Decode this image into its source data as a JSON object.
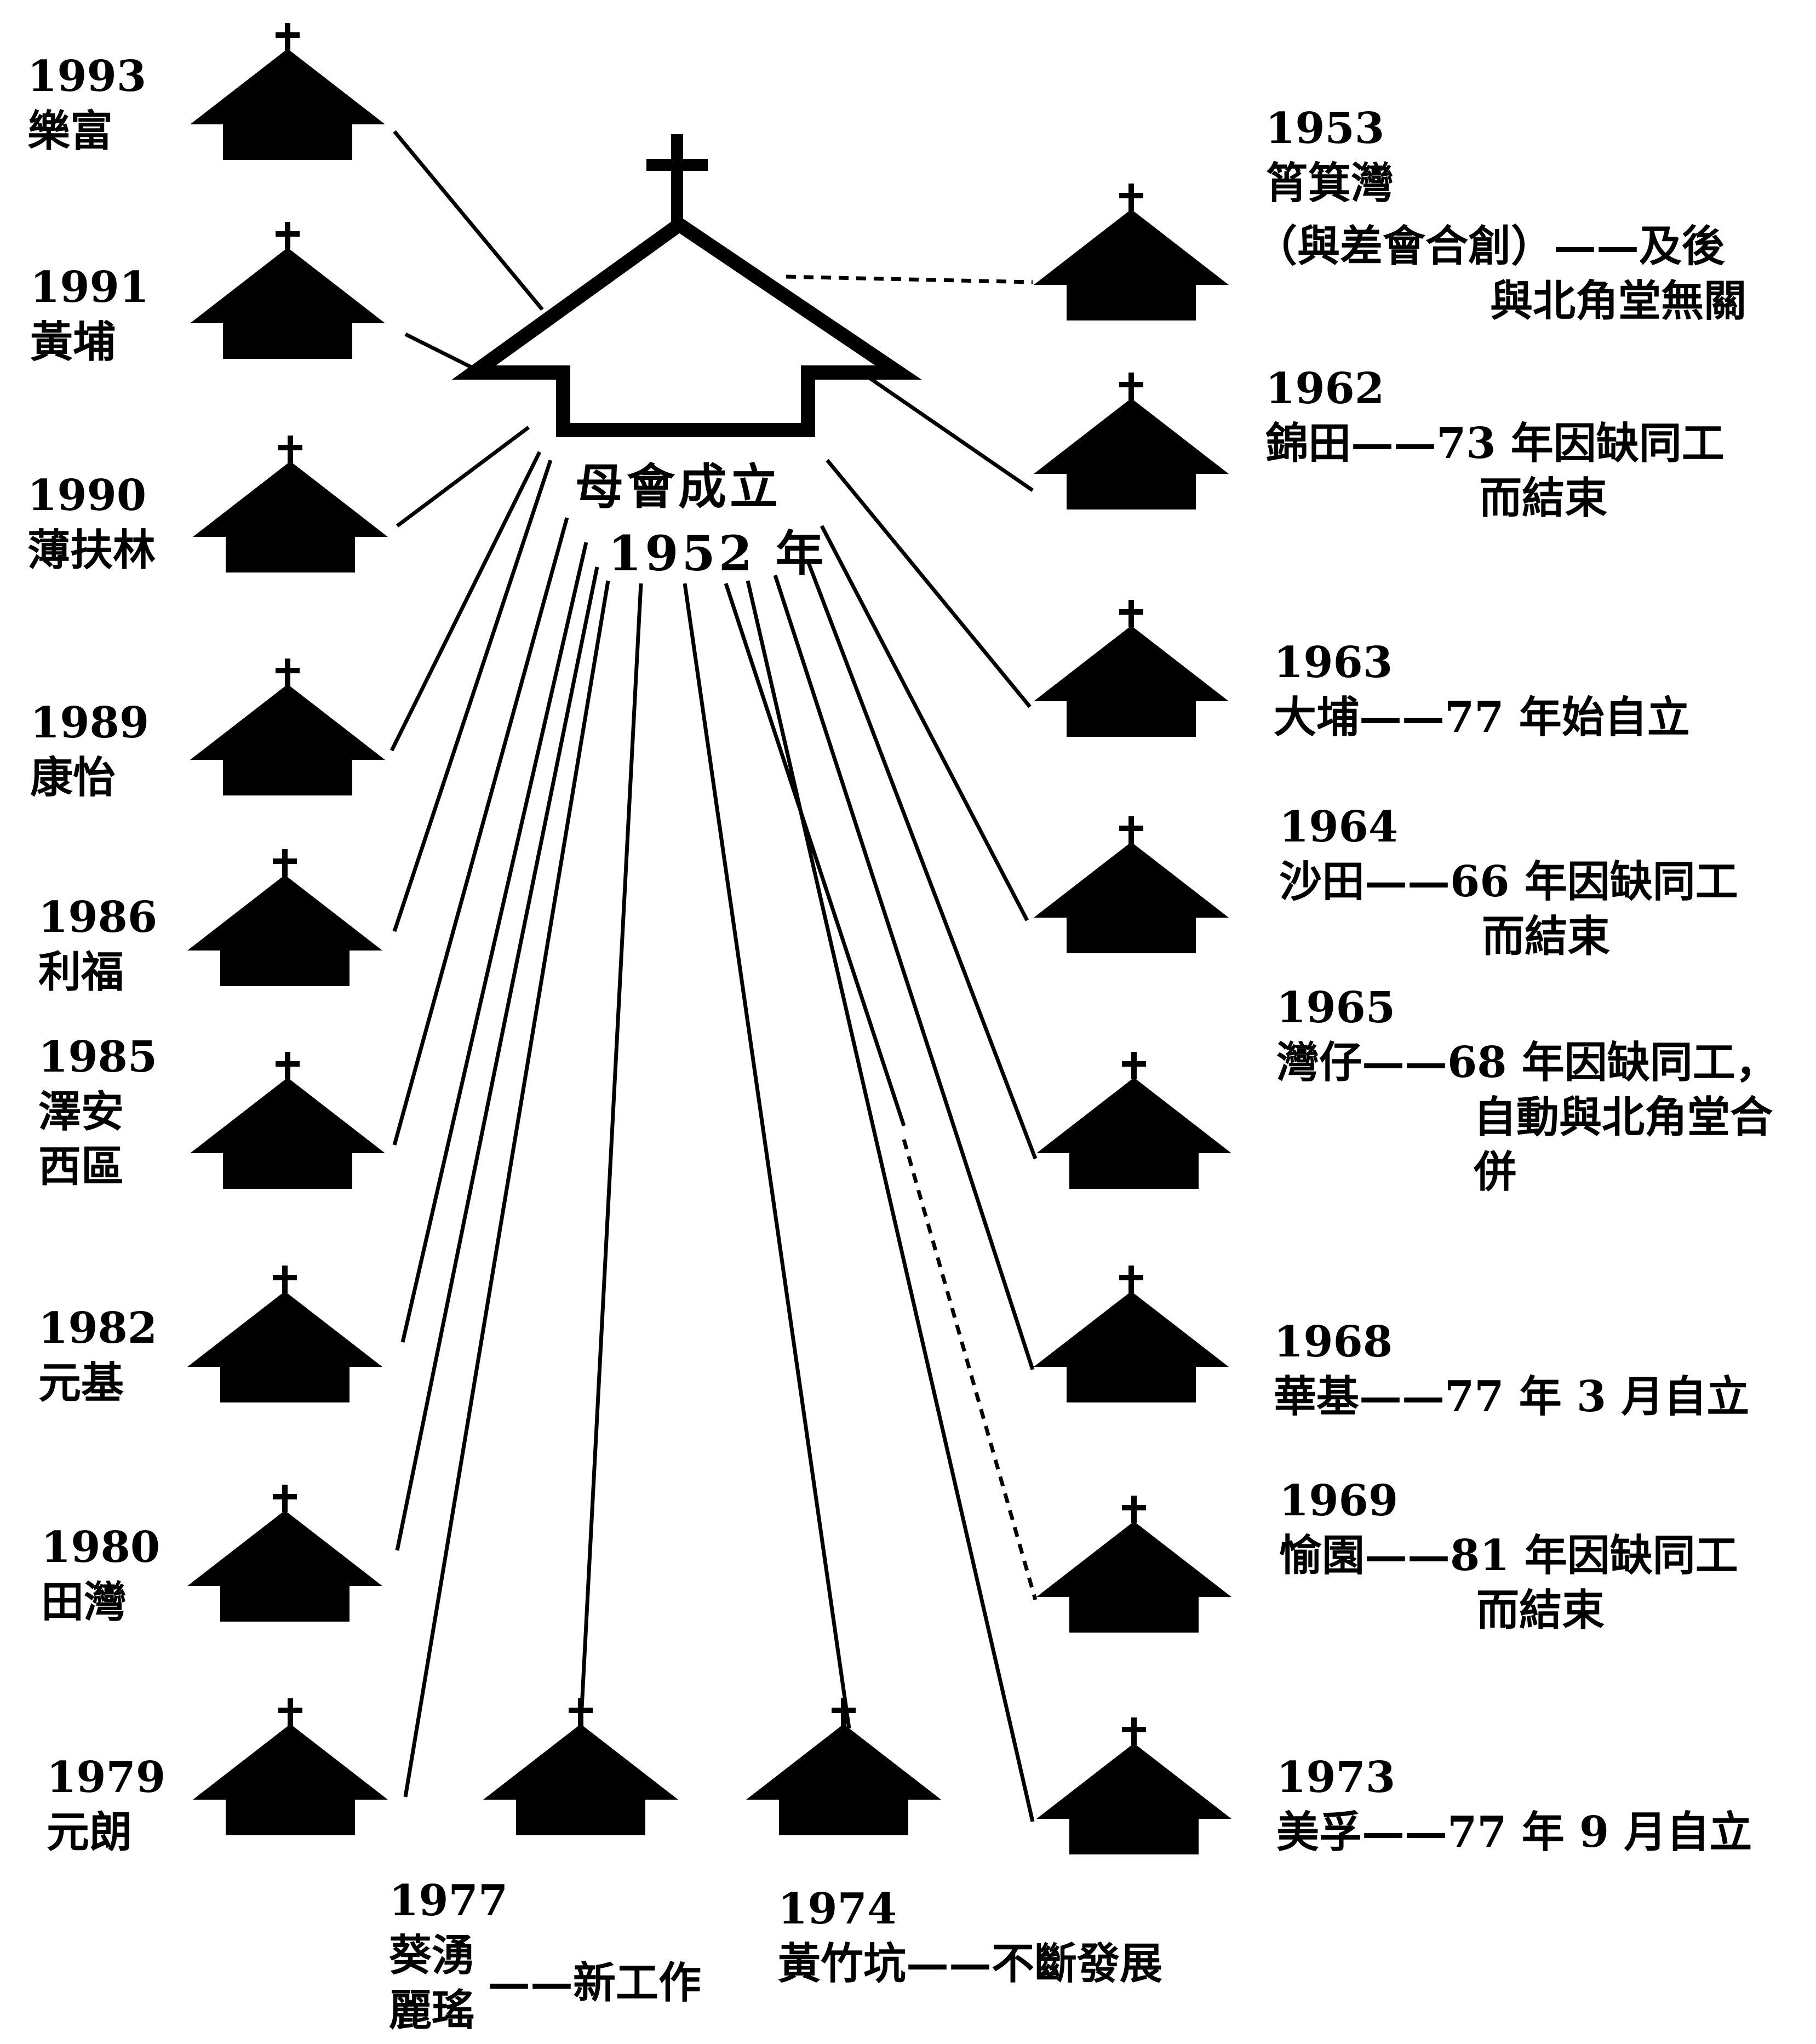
{
  "mother_church": {
    "title": "母會成立",
    "year": "1952 年"
  },
  "left_column": [
    {
      "year": "1993",
      "name": "樂富"
    },
    {
      "year": "1991",
      "name": "黃埔"
    },
    {
      "year": "1990",
      "name": "薄扶林"
    },
    {
      "year": "1989",
      "name": "康怡"
    },
    {
      "year": "1986",
      "name": "利福"
    },
    {
      "year": "1985",
      "name": "澤安",
      "name2": "西區"
    },
    {
      "year": "1982",
      "name": "元基"
    },
    {
      "year": "1980",
      "name": "田灣"
    },
    {
      "year": "1979",
      "name": "元朗"
    }
  ],
  "bottom_row": [
    {
      "year": "1977",
      "name": "葵湧",
      "name2": "麗瑤",
      "note": "——新工作"
    },
    {
      "year": "1974",
      "name": "黃竹坑",
      "note": "——不斷發展"
    }
  ],
  "right_column": [
    {
      "year": "1953",
      "name": "筲箕灣",
      "note": "（與差會合創）——及後",
      "note2": "與北角堂無關",
      "link": "dashed"
    },
    {
      "year": "1962",
      "name": "錦田",
      "note": "——73 年因缺同工",
      "note2": "而結束",
      "link": "solid"
    },
    {
      "year": "1963",
      "name": "大埔",
      "note": "——77 年始自立",
      "link": "solid"
    },
    {
      "year": "1964",
      "name": "沙田",
      "note": "——66 年因缺同工",
      "note2": "而結束",
      "link": "solid"
    },
    {
      "year": "1965",
      "name": "灣仔",
      "note": "——68 年因缺同工，",
      "note2": "自動與北角堂合",
      "note3": "併",
      "link": "solid"
    },
    {
      "year": "1968",
      "name": "華基",
      "note": "——77 年 3 月自立",
      "link": "solid"
    },
    {
      "year": "1969",
      "name": "愉園",
      "note": "——81 年因缺同工",
      "note2": "而結束",
      "link": "dashed"
    },
    {
      "year": "1973",
      "name": "美孚",
      "note": "——77 年 9 月自立",
      "link": "solid"
    }
  ]
}
